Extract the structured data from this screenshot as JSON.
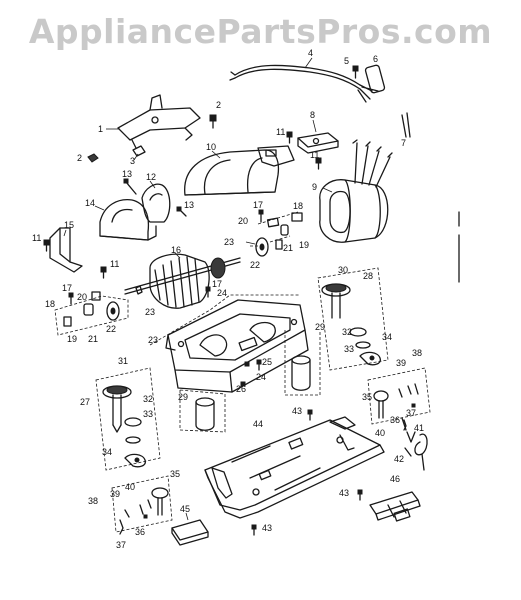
{
  "watermark": "AppliancePartsPros.com",
  "callouts": [
    {
      "id": "c1",
      "text": "1"
    },
    {
      "id": "c2a",
      "text": "2"
    },
    {
      "id": "c2b",
      "text": "2"
    },
    {
      "id": "c3",
      "text": "3"
    },
    {
      "id": "c4",
      "text": "4"
    },
    {
      "id": "c5",
      "text": "5"
    },
    {
      "id": "c6",
      "text": "6"
    },
    {
      "id": "c7",
      "text": "7"
    },
    {
      "id": "c8",
      "text": "8"
    },
    {
      "id": "c9",
      "text": "9"
    },
    {
      "id": "c10",
      "text": "10"
    },
    {
      "id": "c11a",
      "text": "11"
    },
    {
      "id": "c11b",
      "text": "11"
    },
    {
      "id": "c11c",
      "text": "11"
    },
    {
      "id": "c11d",
      "text": "11"
    },
    {
      "id": "c12",
      "text": "12"
    },
    {
      "id": "c13a",
      "text": "13"
    },
    {
      "id": "c13b",
      "text": "13"
    },
    {
      "id": "c14",
      "text": "14"
    },
    {
      "id": "c15",
      "text": "15"
    },
    {
      "id": "c16",
      "text": "16"
    },
    {
      "id": "c17a",
      "text": "17"
    },
    {
      "id": "c17b",
      "text": "17"
    },
    {
      "id": "c17c",
      "text": "17"
    },
    {
      "id": "c18a",
      "text": "18"
    },
    {
      "id": "c18b",
      "text": "18"
    },
    {
      "id": "c19a",
      "text": "19"
    },
    {
      "id": "c19b",
      "text": "19"
    },
    {
      "id": "c20a",
      "text": "20"
    },
    {
      "id": "c20b",
      "text": "20"
    },
    {
      "id": "c21a",
      "text": "21"
    },
    {
      "id": "c21b",
      "text": "21"
    },
    {
      "id": "c22a",
      "text": "22"
    },
    {
      "id": "c22b",
      "text": "22"
    },
    {
      "id": "c23a",
      "text": "23"
    },
    {
      "id": "c23b",
      "text": "23"
    },
    {
      "id": "c23c",
      "text": "23"
    },
    {
      "id": "c24a",
      "text": "24"
    },
    {
      "id": "c24b",
      "text": "24"
    },
    {
      "id": "c25",
      "text": "25"
    },
    {
      "id": "c26",
      "text": "26"
    },
    {
      "id": "c27",
      "text": "27"
    },
    {
      "id": "c28",
      "text": "28"
    },
    {
      "id": "c29a",
      "text": "29"
    },
    {
      "id": "c29b",
      "text": "29"
    },
    {
      "id": "c30",
      "text": "30"
    },
    {
      "id": "c31",
      "text": "31"
    },
    {
      "id": "c32a",
      "text": "32"
    },
    {
      "id": "c32b",
      "text": "32"
    },
    {
      "id": "c33a",
      "text": "33"
    },
    {
      "id": "c33b",
      "text": "33"
    },
    {
      "id": "c34a",
      "text": "34"
    },
    {
      "id": "c34b",
      "text": "34"
    },
    {
      "id": "c35a",
      "text": "35"
    },
    {
      "id": "c35b",
      "text": "35"
    },
    {
      "id": "c36a",
      "text": "36"
    },
    {
      "id": "c36b",
      "text": "36"
    },
    {
      "id": "c37a",
      "text": "37"
    },
    {
      "id": "c37b",
      "text": "37"
    },
    {
      "id": "c38a",
      "text": "38"
    },
    {
      "id": "c38b",
      "text": "38"
    },
    {
      "id": "c39a",
      "text": "39"
    },
    {
      "id": "c39b",
      "text": "39"
    },
    {
      "id": "c40a",
      "text": "40"
    },
    {
      "id": "c40b",
      "text": "40"
    },
    {
      "id": "c41",
      "text": "41"
    },
    {
      "id": "c42",
      "text": "42"
    },
    {
      "id": "c43a",
      "text": "43"
    },
    {
      "id": "c43b",
      "text": "43"
    },
    {
      "id": "c43c",
      "text": "43"
    },
    {
      "id": "c44",
      "text": "44"
    },
    {
      "id": "c45",
      "text": "45"
    },
    {
      "id": "c46",
      "text": "46"
    }
  ]
}
